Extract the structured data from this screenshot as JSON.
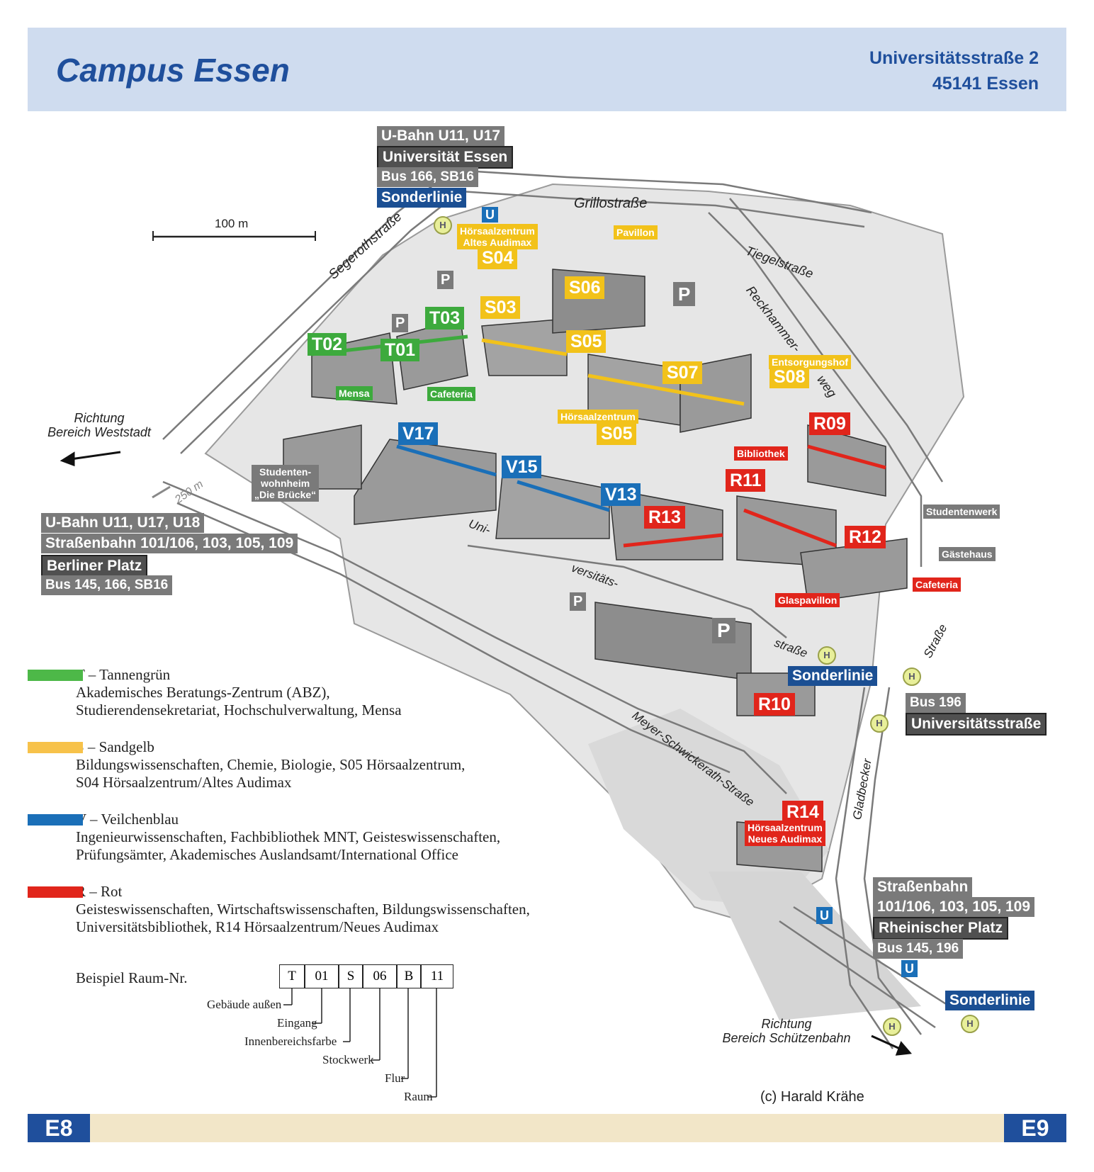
{
  "header": {
    "title": "Campus Essen",
    "address_line1": "Universitätsstraße 2",
    "address_line2": "45141 Essen"
  },
  "scale_label": "100 m",
  "distance_label": "250 m",
  "streets": {
    "grillo": "Grillostraße",
    "segeroth": "Segerothstraße",
    "tiegel": "Tiegelstraße",
    "reckhammer1": "Reckhammer-",
    "reckhammer2": "weg",
    "uni1": "Uni-",
    "uni2": "versitäts-",
    "uni3": "straße",
    "meyer": "Meyer-Schwickerath-Straße",
    "gladbecker1": "Gladbecker",
    "gladbecker2": "Straße"
  },
  "transit": {
    "north": {
      "line1": "U-Bahn U11, U17",
      "stop": "Universität Essen",
      "bus": "Bus 166, SB16",
      "special": "Sonderlinie"
    },
    "west": {
      "line1": "U-Bahn U11, U17, U18",
      "line2": "Straßenbahn 101/106, 103, 105, 109",
      "stop": "Berliner Platz",
      "bus": "Bus 145, 166, SB16"
    },
    "east": {
      "special": "Sonderlinie",
      "bus": "Bus 196",
      "stop": "Universitätsstraße"
    },
    "southeast": {
      "line1": "Straßenbahn",
      "line2": "101/106, 103, 105, 109",
      "stop": "Rheinischer Platz",
      "bus": "Bus 145, 196",
      "special": "Sonderlinie"
    }
  },
  "directions": {
    "west1": "Richtung",
    "west2": "Bereich Weststadt",
    "southeast1": "Richtung",
    "southeast2": "Bereich Schützenbahn"
  },
  "buildings": {
    "T01": "T01",
    "T02": "T02",
    "T03": "T03",
    "S03": "S03",
    "S04": "S04",
    "S05a": "S05",
    "S05b": "S05",
    "S06": "S06",
    "S07": "S07",
    "S08": "S08",
    "V13": "V13",
    "V15": "V15",
    "V17": "V17",
    "R09": "R09",
    "R10": "R10",
    "R11": "R11",
    "R12": "R12",
    "R13": "R13",
    "R14": "R14"
  },
  "places": {
    "hz_altes1": "Hörsaalzentrum",
    "hz_altes2": "Altes Audimax",
    "pavillon": "Pavillon",
    "mensa": "Mensa",
    "cafeteria1": "Cafeteria",
    "hz_s05": "Hörsaalzentrum",
    "entsorgung": "Entsorgungshof",
    "bibliothek": "Bibliothek",
    "studentenwerk": "Studentenwerk",
    "gaestehaus": "Gästehaus",
    "cafeteria2": "Cafeteria",
    "glaspavillon": "Glaspavillon",
    "wohnheim1": "Studenten-",
    "wohnheim2": "wohnheim",
    "wohnheim3": "„Die Brücke“",
    "hz_neues1": "Hörsaalzentrum",
    "hz_neues2": "Neues Audimax"
  },
  "icon_letters": {
    "parking": "P",
    "ubahn": "U",
    "bus": "H"
  },
  "legend": [
    {
      "color": "#4db848",
      "title": "T – Tannengrün",
      "lines": [
        "Akademisches Beratungs-Zentrum (ABZ),",
        "Studierendensekretariat, Hochschulverwaltung, Mensa"
      ]
    },
    {
      "color": "#f7c24a",
      "title": "S – Sandgelb",
      "lines": [
        "Bildungswissenschaften, Chemie, Biologie, S05 Hörsaalzentrum,",
        "S04 Hörsaalzentrum/Altes Audimax"
      ]
    },
    {
      "color": "#1a6fb8",
      "title": "V – Veilchenblau",
      "lines": [
        "Ingenieurwissenschaften, Fachbibliothek MNT, Geisteswissenschaften,",
        "Prüfungsämter, Akademisches Auslandsamt/International Office"
      ]
    },
    {
      "color": "#e1251b",
      "title": "R – Rot",
      "lines": [
        "Geisteswissenschaften, Wirtschaftswissenschaften, Bildungswissenschaften,",
        "Universitätsbibliothek, R14 Hörsaalzentrum/Neues Audimax"
      ]
    }
  ],
  "room_example": {
    "label": "Beispiel Raum-Nr.",
    "cells": [
      "T",
      "01",
      "S",
      "06",
      "B",
      "11"
    ],
    "captions": [
      "Gebäude außen",
      "Eingang",
      "Innenbereichsfarbe",
      "Stockwerk",
      "Flur",
      "Raum"
    ]
  },
  "copyright": "(c) Harald Krähe",
  "footer": {
    "left": "E8",
    "right": "E9"
  }
}
